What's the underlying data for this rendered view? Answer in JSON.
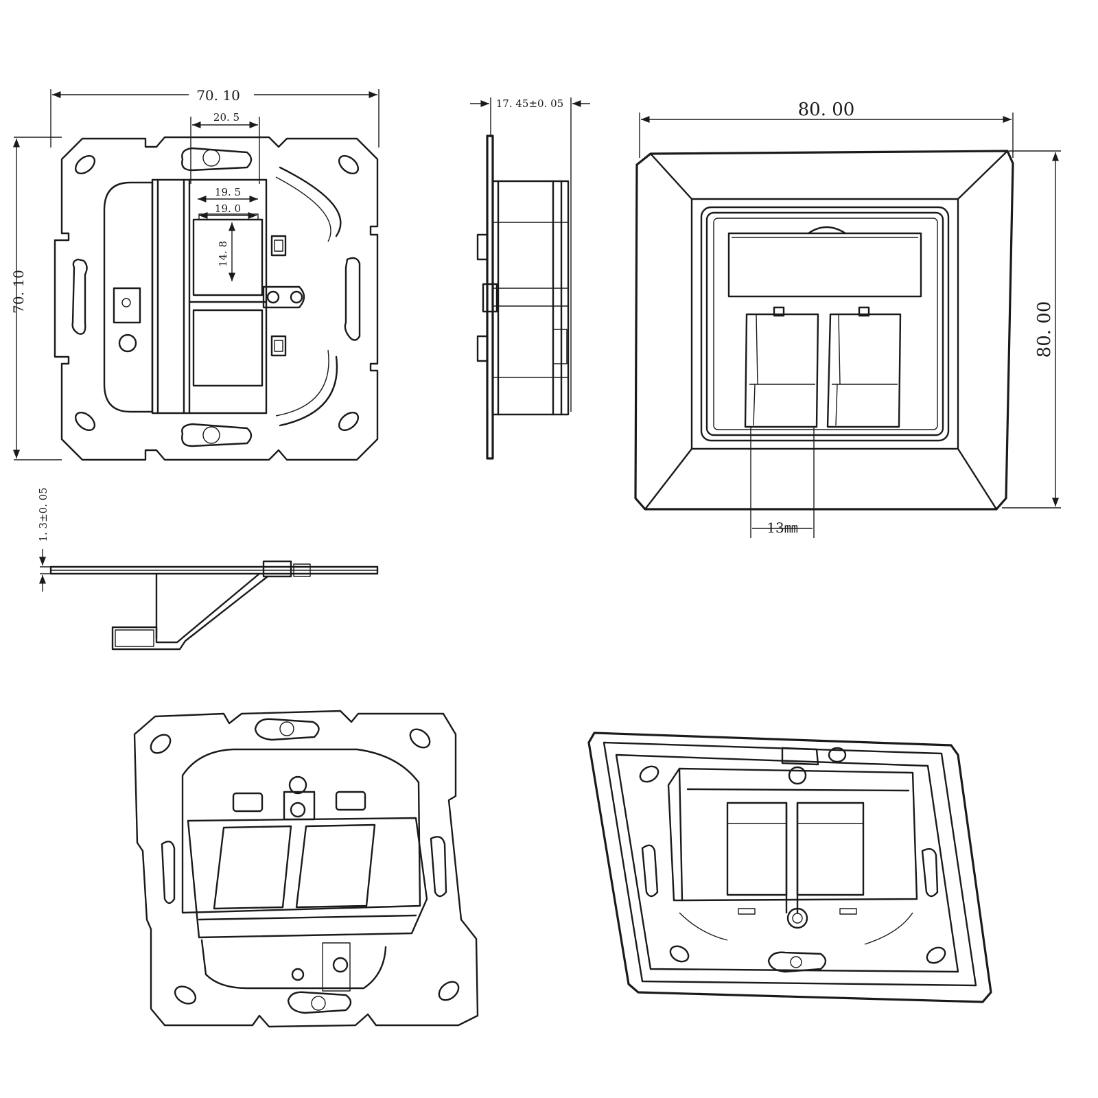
{
  "colors": {
    "line": "#1a1a1a",
    "background": "#ffffff"
  },
  "front_view": {
    "width": "70. 10",
    "height": "70. 10",
    "module_width": "20. 5",
    "port_width_outer": "19. 5",
    "port_width_inner": "19. 0",
    "port_height": "14. 8"
  },
  "side_view": {
    "depth": "17. 45±0. 05"
  },
  "bottom_view": {
    "plate_thickness": "1. 3±0. 05"
  },
  "faceplate_view": {
    "width": "80. 00",
    "height": "80. 00",
    "port_spacing": "13㎜"
  }
}
